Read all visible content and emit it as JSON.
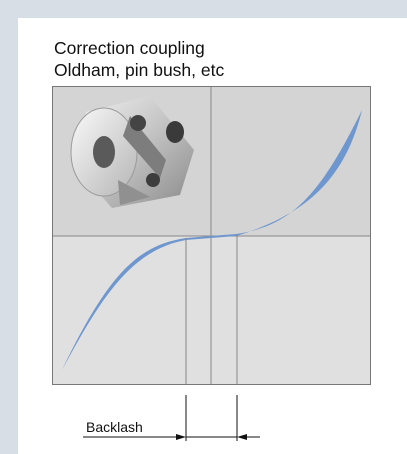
{
  "title": {
    "line1": "Correction coupling",
    "line2": "Oldham, pin bush, etc"
  },
  "annotation": {
    "backlash_label": "Backlash"
  },
  "colors": {
    "page_background": "#d8dee6",
    "graph_top_background": "#d4d4d4",
    "graph_bottom_background": "#e0e0e0",
    "curve_band": "#6f97cf",
    "graph_border": "#777777"
  },
  "image": {
    "depicts": "coupling-product-photo"
  }
}
